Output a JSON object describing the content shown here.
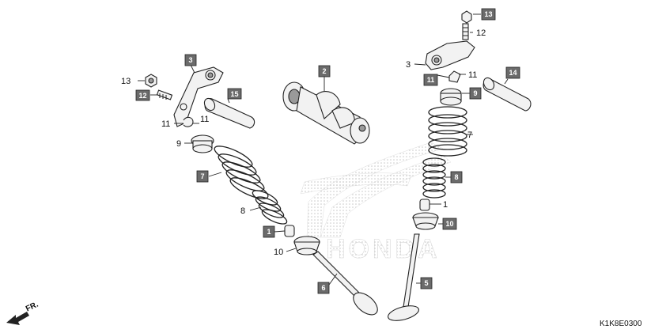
{
  "diagram": {
    "figure_code": "K1K8E0300",
    "direction_label": "FR.",
    "brand_watermark": "HONDA",
    "callouts_plain": [
      {
        "id": "c13a",
        "label": "13"
      },
      {
        "id": "c11a",
        "label": "11"
      },
      {
        "id": "c11b",
        "label": "11"
      },
      {
        "id": "c9a",
        "label": "9"
      },
      {
        "id": "c8a",
        "label": "8"
      },
      {
        "id": "c10a",
        "label": "10"
      },
      {
        "id": "c12b",
        "label": "12"
      },
      {
        "id": "c3b",
        "label": "3"
      },
      {
        "id": "c11c",
        "label": "11"
      },
      {
        "id": "c7b",
        "label": "7"
      },
      {
        "id": "c1b",
        "label": "1"
      }
    ],
    "callouts_boxed": [
      {
        "id": "b3a",
        "label": "3"
      },
      {
        "id": "b12a",
        "label": "12"
      },
      {
        "id": "b15",
        "label": "15"
      },
      {
        "id": "b2",
        "label": "2"
      },
      {
        "id": "b7a",
        "label": "7"
      },
      {
        "id": "b1a",
        "label": "1"
      },
      {
        "id": "b6",
        "label": "6"
      },
      {
        "id": "b13b",
        "label": "13"
      },
      {
        "id": "b11d",
        "label": "11"
      },
      {
        "id": "b14",
        "label": "14"
      },
      {
        "id": "b9b",
        "label": "9"
      },
      {
        "id": "b8b",
        "label": "8"
      },
      {
        "id": "b10b",
        "label": "10"
      },
      {
        "id": "b5",
        "label": "5"
      }
    ]
  }
}
